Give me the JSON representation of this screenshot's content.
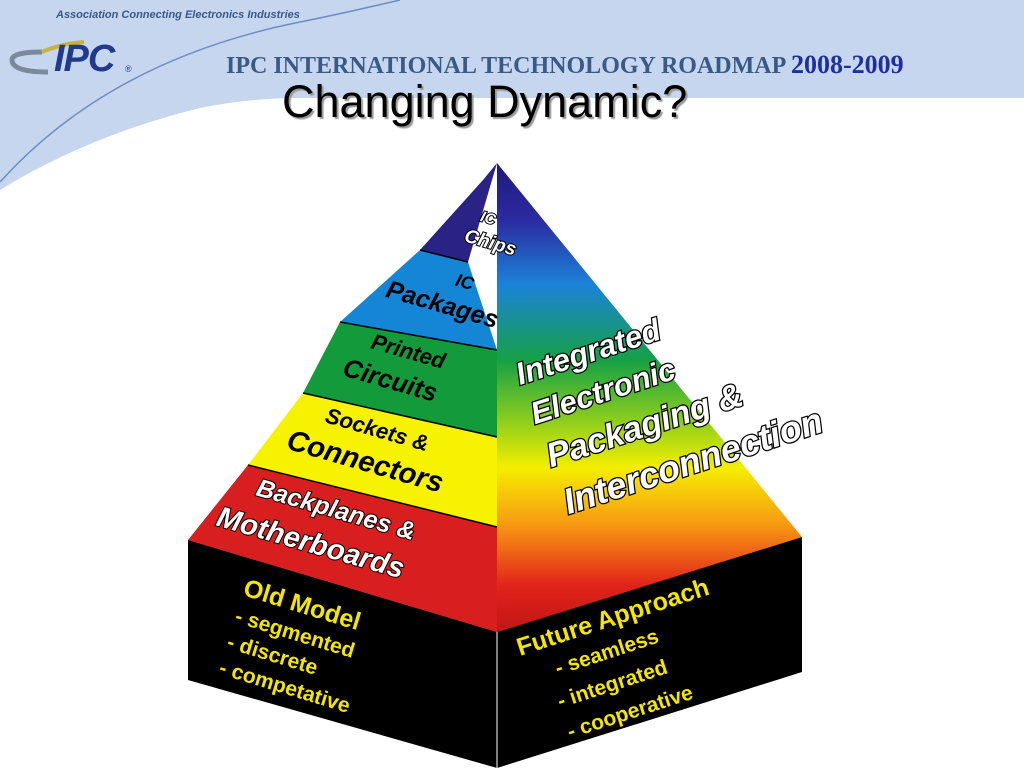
{
  "header": {
    "tagline": "Association Connecting Electronics Industries",
    "logo_text": "IPC",
    "logo_reg": "®",
    "roadmap_title": "IPC INTERNATIONAL TECHNOLOGY ROADMAP",
    "roadmap_years": "2008-2009"
  },
  "slide": {
    "title": "Changing Dynamic?"
  },
  "colors": {
    "header_band": "#c6d6ee",
    "brand_blue": "#3a5a86",
    "ic_chips": "#2a2285",
    "ic_packages": "#1585d6",
    "printed_circuits": "#139a3a",
    "sockets_connectors": "#f7f200",
    "backplanes": "#d81e1e",
    "base": "#000000",
    "base_text": "#f3e600"
  },
  "pyramid": {
    "layers": [
      {
        "id": "ic-chips",
        "lines": [
          "IC",
          "Chips"
        ]
      },
      {
        "id": "ic-packages",
        "lines": [
          "IC",
          "Packages"
        ]
      },
      {
        "id": "printed-circuits",
        "lines": [
          "Printed",
          "Circuits"
        ]
      },
      {
        "id": "sockets-connectors",
        "lines": [
          "Sockets &",
          "Connectors"
        ]
      },
      {
        "id": "backplanes-motherboards",
        "lines": [
          "Backplanes &",
          "Motherboards"
        ]
      }
    ],
    "right_face_lines": [
      "Integrated",
      "Electronic",
      "Packaging &",
      "Interconnection"
    ],
    "old_model": {
      "title": "Old Model",
      "items": [
        "- segmented",
        "- discrete",
        "- competative"
      ]
    },
    "future_approach": {
      "title": "Future Approach",
      "items": [
        "- seamless",
        "- integrated",
        "- cooperative"
      ]
    }
  }
}
